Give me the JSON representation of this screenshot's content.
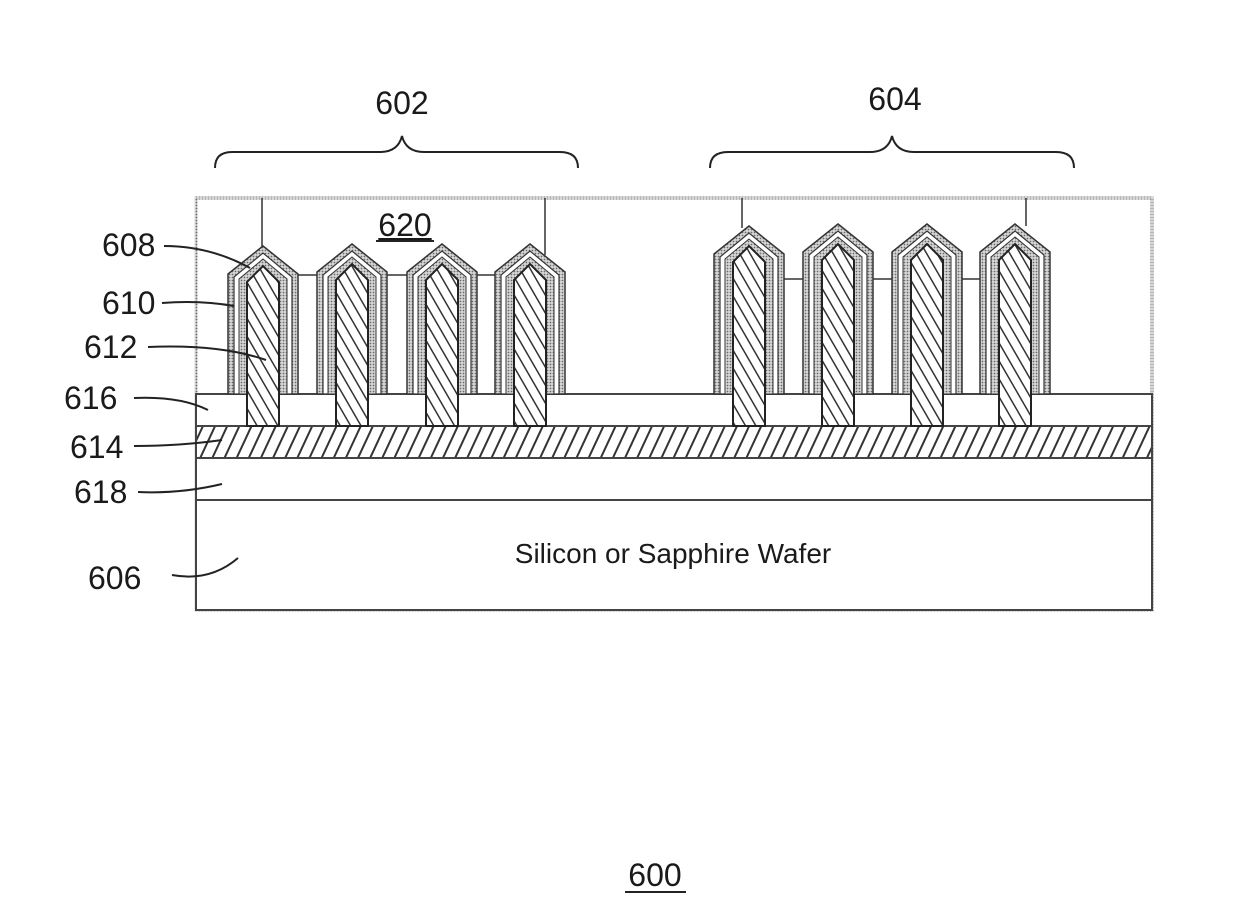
{
  "figure_number": "600",
  "labels": {
    "region_left": "602",
    "region_right": "604",
    "gate": "620",
    "l608": "608",
    "l610": "610",
    "l612": "612",
    "l616": "616",
    "l614": "614",
    "l618": "618",
    "l606": "606"
  },
  "wafer_text": "Silicon or Sapphire Wafer",
  "fins": {
    "left_count": 4,
    "right_count": 4
  }
}
